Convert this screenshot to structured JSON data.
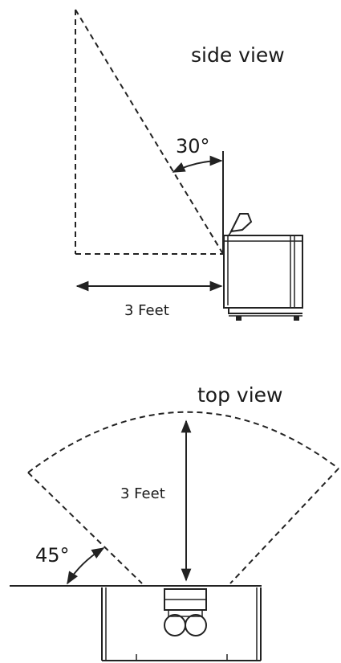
{
  "side_view": {
    "title": "side view",
    "angle_label": "30°",
    "distance_label": "3 Feet"
  },
  "top_view": {
    "title": "top view",
    "angle_label": "45°",
    "distance_label": "3 Feet"
  }
}
